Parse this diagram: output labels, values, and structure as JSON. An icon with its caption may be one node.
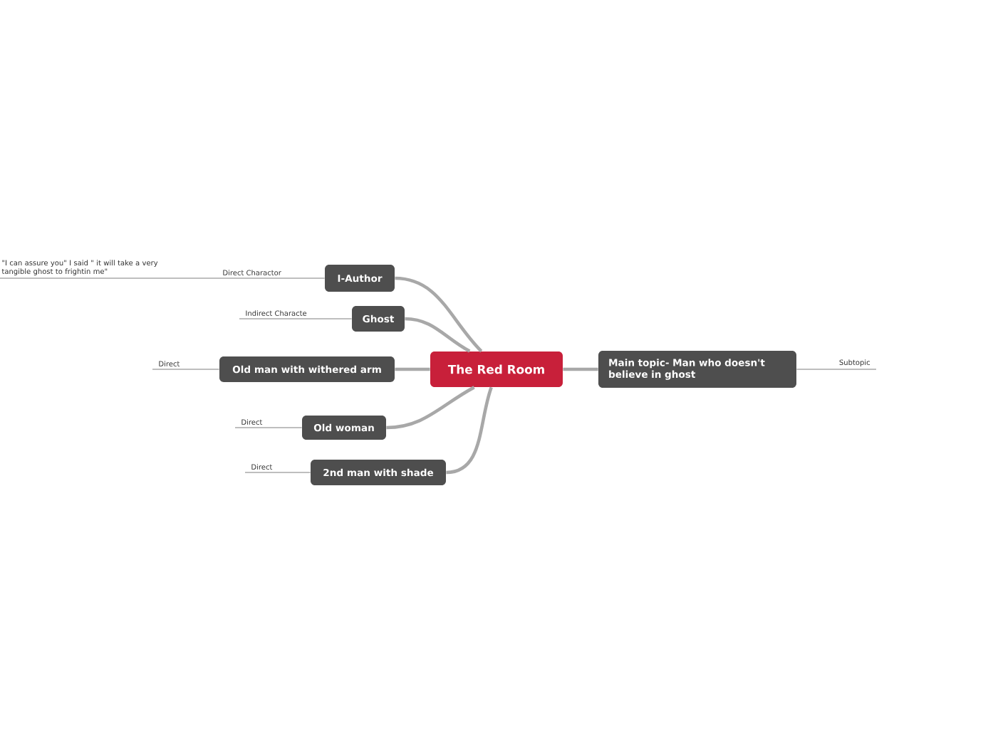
{
  "diagram": {
    "nodes": [
      {
        "text": [
          "The Red Room"
        ]
      },
      {
        "text": [
          "I-Author"
        ]
      },
      {
        "text": [
          "Ghost"
        ]
      },
      {
        "text": [
          "Old man with withered arm"
        ]
      },
      {
        "text": [
          "Old woman"
        ]
      },
      {
        "text": [
          "2nd man with shade"
        ]
      },
      {
        "text": [
          "Main topic- Man who doesn't believe in ghost"
        ]
      },
      {
        "text": [
          "Direct Charactor"
        ]
      },
      {
        "text": [
          "\"I can assure you\" I said \" it will take a very tangible ghost to frightin me\""
        ]
      },
      {
        "text": [
          "Indirect Characte"
        ]
      },
      {
        "text": [
          "Direct"
        ]
      },
      {
        "text": [
          "Direct"
        ]
      },
      {
        "text": [
          "Direct"
        ]
      },
      {
        "text": [
          "Subtopic"
        ]
      }
    ],
    "edges": [
      {
        "from": 0,
        "to": 1,
        "arrow": "none",
        "style": "thick"
      },
      {
        "from": 0,
        "to": 2,
        "arrow": "none",
        "style": "thick"
      },
      {
        "from": 0,
        "to": 3,
        "arrow": "none",
        "style": "thick"
      },
      {
        "from": 0,
        "to": 4,
        "arrow": "none",
        "style": "thick"
      },
      {
        "from": 0,
        "to": 5,
        "arrow": "none",
        "style": "thick"
      },
      {
        "from": 0,
        "to": 6,
        "arrow": "none",
        "style": "thick"
      },
      {
        "from": 1,
        "to": 7,
        "arrow": "none"
      },
      {
        "from": 7,
        "to": 8,
        "arrow": "none"
      },
      {
        "from": 2,
        "to": 9,
        "arrow": "none"
      },
      {
        "from": 3,
        "to": 10,
        "arrow": "none"
      },
      {
        "from": 4,
        "to": 11,
        "arrow": "none"
      },
      {
        "from": 5,
        "to": 12,
        "arrow": "none"
      },
      {
        "from": 6,
        "to": 13,
        "arrow": "none"
      }
    ]
  }
}
